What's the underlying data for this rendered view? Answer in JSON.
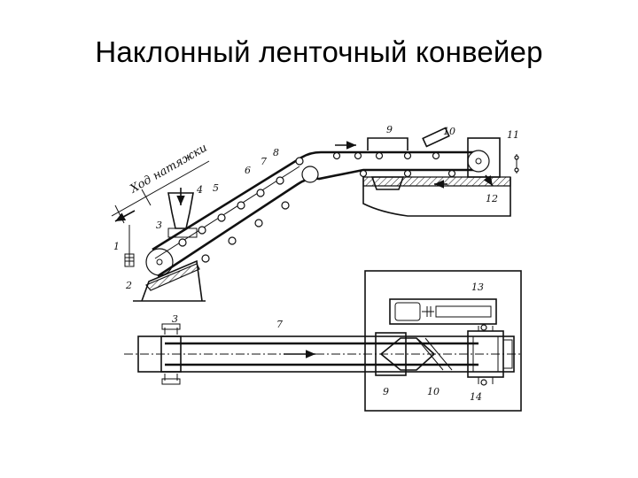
{
  "slide": {
    "title": "Наклонный ленточный конвейер"
  },
  "diagram": {
    "side_view": {
      "tension_travel_label": "Ход натяжки",
      "labels": [
        "1",
        "2",
        "3",
        "4",
        "5",
        "6",
        "7",
        "8",
        "9",
        "10",
        "11",
        "12"
      ]
    },
    "plan_view": {
      "labels": [
        "3",
        "7",
        "9",
        "10",
        "13",
        "14"
      ]
    }
  }
}
